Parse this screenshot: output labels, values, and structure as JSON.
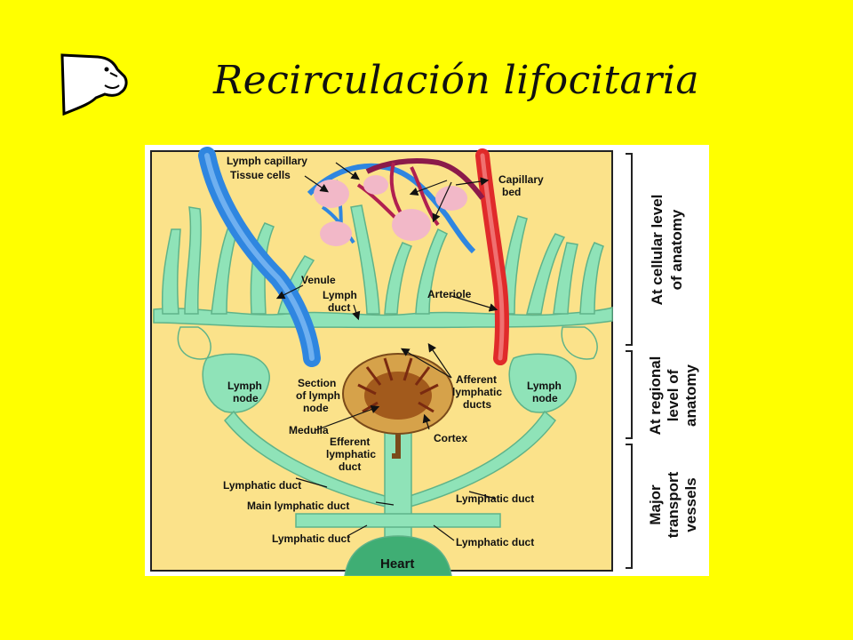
{
  "slide": {
    "title": "Recirculación lifocitaria",
    "logo_icon": "animal-head-icon"
  },
  "colors": {
    "background": "#ffff00",
    "panel": "#fbe28a",
    "lymphatic": "#8fe3b8",
    "vein": "#2f86e0",
    "artery": "#e02a2a",
    "node_medulla": "#b8742a"
  },
  "figure": {
    "labels": {
      "lymph_capillary": "Lymph capillary",
      "tissue_cells": "Tissue cells",
      "capillary_bed_1": "Capillary",
      "capillary_bed_2": "bed",
      "venule": "Venule",
      "lymph_duct_1": "Lymph",
      "lymph_duct_2": "duct",
      "arteriole": "Arteriole",
      "lymph_node_left_1": "Lymph",
      "lymph_node_left_2": "node",
      "section_1": "Section",
      "section_2": "of lymph",
      "section_3": "node",
      "afferent_1": "Afferent",
      "afferent_2": "lymphatic",
      "afferent_3": "ducts",
      "lymph_node_right_1": "Lymph",
      "lymph_node_right_2": "node",
      "medulla": "Medulla",
      "efferent_1": "Efferent",
      "efferent_2": "lymphatic",
      "efferent_3": "duct",
      "cortex": "Cortex",
      "lymphatic_duct_left": "Lymphatic duct",
      "lymphatic_duct_right": "Lymphatic duct",
      "main_lymphatic_duct": "Main lymphatic duct",
      "lymphatic_duct_bottom_left": "Lymphatic duct",
      "lymphatic_duct_bottom_right": "Lymphatic duct",
      "heart": "Heart"
    },
    "side_levels": {
      "cellular_1": "At cellular level",
      "cellular_2": "of anatomy",
      "regional_1": "At regional",
      "regional_2": "level of",
      "regional_3": "anatomy",
      "transport_1": "Major",
      "transport_2": "transport",
      "transport_3": "vessels"
    }
  }
}
